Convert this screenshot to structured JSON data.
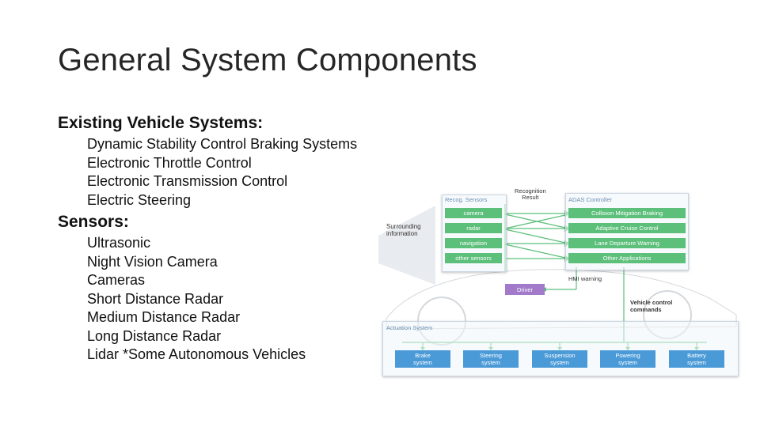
{
  "slide": {
    "title": "General System Components",
    "existing": {
      "heading": "Existing Vehicle Systems:",
      "items": [
        "Dynamic Stability Control Braking Systems",
        "Electronic Throttle Control",
        "Electronic Transmission Control",
        "Electric Steering"
      ]
    },
    "sensors": {
      "heading": "Sensors:",
      "items": [
        "Ultrasonic",
        "Night Vision Camera",
        "Cameras",
        "Short Distance Radar",
        "Medium Distance Radar",
        "Long Distance Radar",
        "Lidar *Some Autonomous Vehicles"
      ]
    }
  },
  "diagram": {
    "surrounding": "Surrounding\ninformation",
    "recog_sensors_title": "Recog. Sensors",
    "recognition_result": "Recognition\nResult",
    "adas_title": "ADAS Controller",
    "sensors": [
      "camera",
      "radar",
      "navigation",
      "other sensors"
    ],
    "adas_functions": [
      "Collision Mitigation Braking",
      "Adaptive Cruise Control",
      "Lane Departure Warning",
      "Other Applications"
    ],
    "hmi_warning": "HMI warning",
    "driver": "Driver",
    "vehicle_control": "Vehicle control\ncommands",
    "actuation_title": "Actuation System",
    "actuators": [
      "Brake\nsystem",
      "Steering\nsystem",
      "Suspension\nsystem",
      "Powering\nsystem",
      "Battery\nsystem"
    ],
    "colors": {
      "sensor_box": "#5cbf7a",
      "actuator_box": "#4a9ad8",
      "driver_box": "#a27ac9",
      "arrow_green": "#5cbf7a"
    }
  }
}
